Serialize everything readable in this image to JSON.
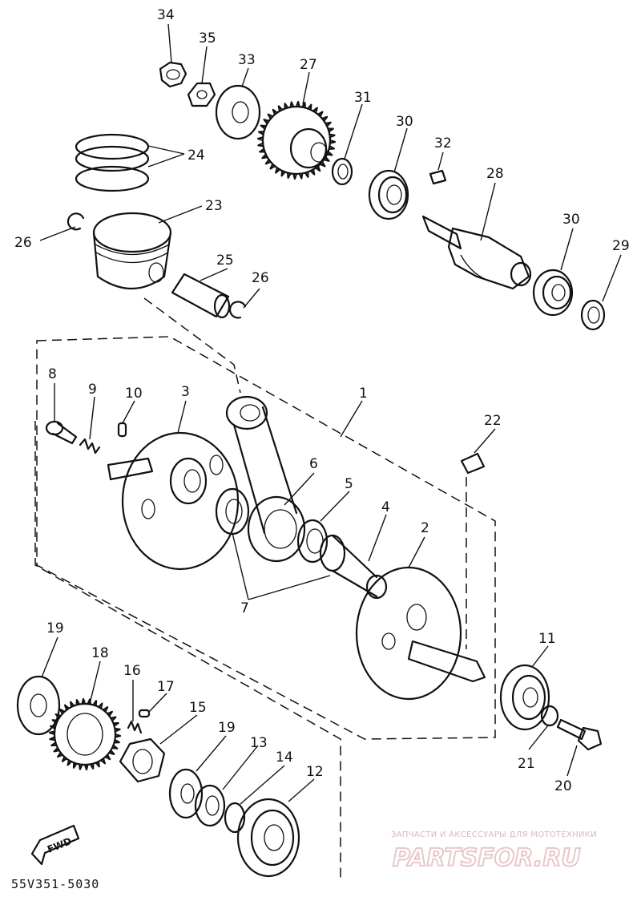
{
  "diagram": {
    "code": "55V351-5030",
    "direction_label": "FWD",
    "watermark_caption": "ЗАПЧАСТИ И АКСЕССУАРЫ ДЛЯ МОТОТЕХНИКИ",
    "watermark_logo": "PARTSFOR.RU",
    "callouts": [
      {
        "id": "1",
        "label": "1"
      },
      {
        "id": "2",
        "label": "2"
      },
      {
        "id": "3",
        "label": "3"
      },
      {
        "id": "4",
        "label": "4"
      },
      {
        "id": "5",
        "label": "5"
      },
      {
        "id": "6",
        "label": "6"
      },
      {
        "id": "7",
        "label": "7"
      },
      {
        "id": "8",
        "label": "8"
      },
      {
        "id": "9",
        "label": "9"
      },
      {
        "id": "10",
        "label": "10"
      },
      {
        "id": "11",
        "label": "11"
      },
      {
        "id": "12",
        "label": "12"
      },
      {
        "id": "13",
        "label": "13"
      },
      {
        "id": "14",
        "label": "14"
      },
      {
        "id": "15",
        "label": "15"
      },
      {
        "id": "16",
        "label": "16"
      },
      {
        "id": "17",
        "label": "17"
      },
      {
        "id": "18",
        "label": "18"
      },
      {
        "id": "19a",
        "label": "19"
      },
      {
        "id": "19b",
        "label": "19"
      },
      {
        "id": "20",
        "label": "20"
      },
      {
        "id": "21",
        "label": "21"
      },
      {
        "id": "22",
        "label": "22"
      },
      {
        "id": "23",
        "label": "23"
      },
      {
        "id": "24",
        "label": "24"
      },
      {
        "id": "25",
        "label": "25"
      },
      {
        "id": "26a",
        "label": "26"
      },
      {
        "id": "26b",
        "label": "26"
      },
      {
        "id": "27",
        "label": "27"
      },
      {
        "id": "28",
        "label": "28"
      },
      {
        "id": "29",
        "label": "29"
      },
      {
        "id": "30a",
        "label": "30"
      },
      {
        "id": "30b",
        "label": "30"
      },
      {
        "id": "31",
        "label": "31"
      },
      {
        "id": "32",
        "label": "32"
      },
      {
        "id": "33",
        "label": "33"
      },
      {
        "id": "34",
        "label": "34"
      },
      {
        "id": "35",
        "label": "35"
      }
    ]
  }
}
